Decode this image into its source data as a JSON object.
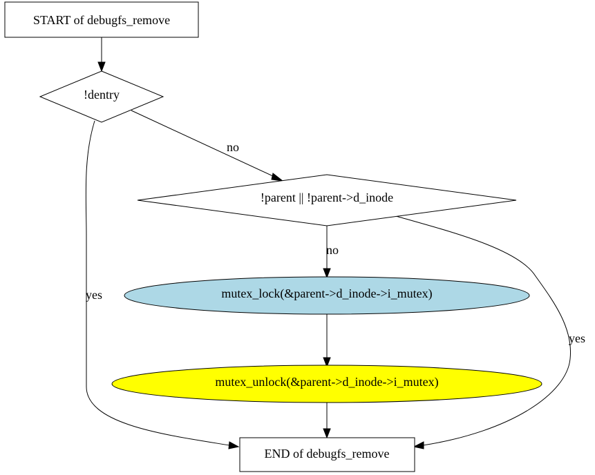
{
  "nodes": {
    "start": {
      "label": "START of debugfs_remove"
    },
    "dentry_check": {
      "label": "!dentry"
    },
    "parent_check": {
      "label": "!parent || !parent->d_inode"
    },
    "mutex_lock": {
      "label": "mutex_lock(&parent->d_inode->i_mutex)",
      "fill": "#add8e6"
    },
    "mutex_unlock": {
      "label": "mutex_unlock(&parent->d_inode->i_mutex)",
      "fill": "#ffff00"
    },
    "end": {
      "label": "END of debugfs_remove"
    }
  },
  "edges": {
    "dentry_no": {
      "label": "no"
    },
    "dentry_yes": {
      "label": "yes"
    },
    "parent_no": {
      "label": "no"
    },
    "parent_yes": {
      "label": "yes"
    }
  },
  "colors": {
    "stroke": "#000000",
    "background": "#ffffff",
    "box_fill": "#ffffff"
  }
}
